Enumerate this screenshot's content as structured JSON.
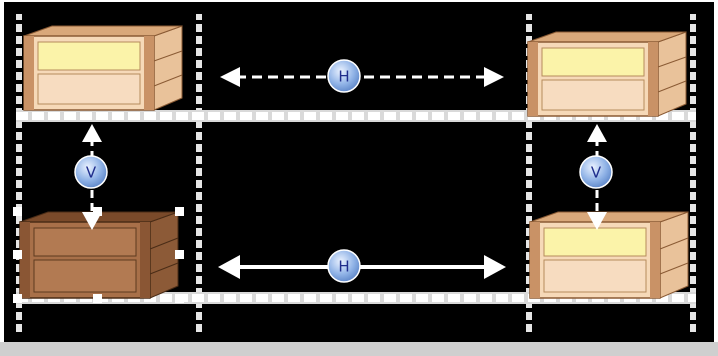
{
  "diagram": {
    "horizontal_label": "H",
    "vertical_label": "V",
    "colors": {
      "background": "#000000",
      "rack": "#e8e8e8",
      "crate_light_body": "#f6d9b8",
      "crate_light_panel": "#fbf3a9",
      "crate_dark_body": "#a87049",
      "arrow": "#ffffff",
      "badge_fill": "#8fb2e6",
      "badge_text": "#1f2d8c"
    },
    "arrows": [
      {
        "orientation": "horizontal",
        "style": "dashed"
      },
      {
        "orientation": "horizontal",
        "style": "solid"
      },
      {
        "orientation": "vertical",
        "style": "dashed"
      },
      {
        "orientation": "vertical",
        "style": "dashed"
      }
    ]
  }
}
